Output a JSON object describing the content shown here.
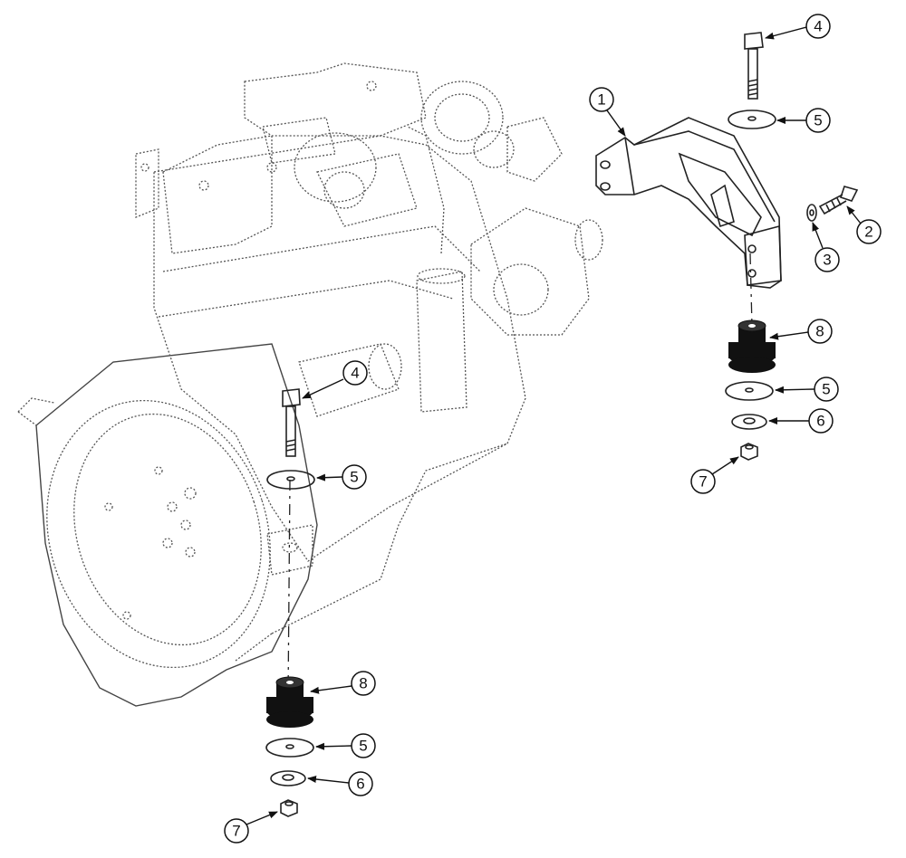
{
  "diagram": {
    "callouts": [
      {
        "id": "c-1",
        "label": "1"
      },
      {
        "id": "c-2",
        "label": "2"
      },
      {
        "id": "c-3",
        "label": "3"
      },
      {
        "id": "c-4a",
        "label": "4"
      },
      {
        "id": "c-5a",
        "label": "5"
      },
      {
        "id": "c-8a",
        "label": "8"
      },
      {
        "id": "c-5b",
        "label": "5"
      },
      {
        "id": "c-6a",
        "label": "6"
      },
      {
        "id": "c-7a",
        "label": "7"
      },
      {
        "id": "c-4b",
        "label": "4"
      },
      {
        "id": "c-5c",
        "label": "5"
      },
      {
        "id": "c-8b",
        "label": "8"
      },
      {
        "id": "c-5d",
        "label": "5"
      },
      {
        "id": "c-6b",
        "label": "6"
      },
      {
        "id": "c-7b",
        "label": "7"
      }
    ]
  }
}
